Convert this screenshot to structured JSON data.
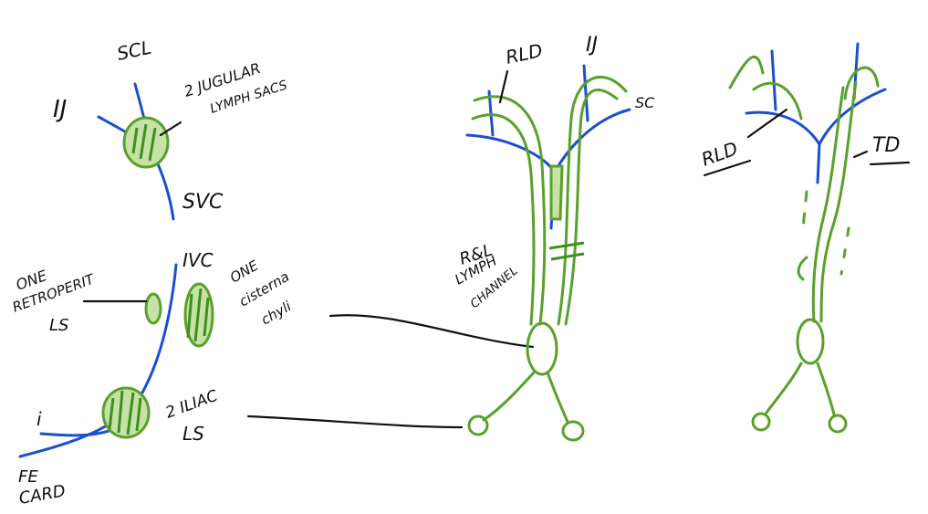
{
  "colors": {
    "vein": "#1b4fd0",
    "lymph": "#5aa02c",
    "ink": "#111111"
  },
  "panel_left": {
    "ij_label": "IJ",
    "scl_label": "SCL",
    "jugular_sacs_label": "2 JUGULAR",
    "jugular_sacs_label_2": "LYMPH SACS",
    "svc_label": "SVC",
    "ivc_label": "IVC",
    "retroperit_label_1": "ONE",
    "retroperit_label_2": "RETROPERIT",
    "retroperit_label_3": "LS",
    "cisterna_label_1": "ONE",
    "cisterna_label_2": "cisterna",
    "cisterna_label_3": "chyli",
    "iliac_label_1": "2 ILIAC",
    "iliac_label_2": "LS",
    "i_label": "i",
    "fem_label_1": "FE",
    "fem_label_2": "CARD"
  },
  "panel_middle": {
    "rld_label": "RLD",
    "ij_label": "IJ",
    "sc_label": "SC",
    "channel_label_1": "R&L",
    "channel_label_2": "LYMPH",
    "channel_label_3": "CHANNEL"
  },
  "panel_right": {
    "rld_label": "RLD",
    "td_label": "TD"
  }
}
